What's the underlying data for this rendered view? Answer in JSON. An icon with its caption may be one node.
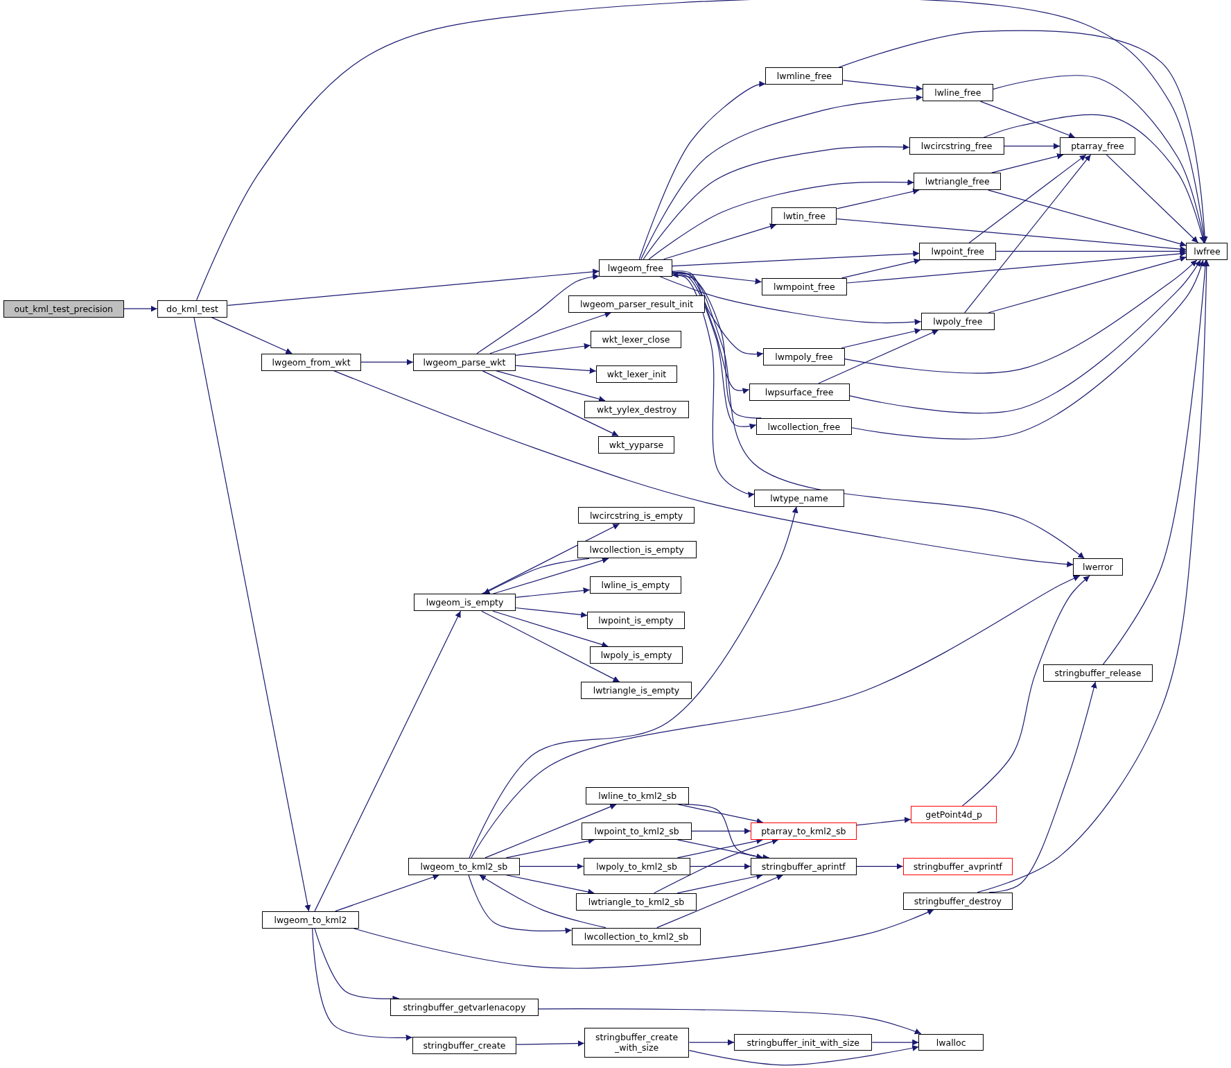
{
  "diagram": {
    "nodes": [
      {
        "text": [
          "out_kml_test_precision"
        ]
      },
      {
        "text": [
          "do_kml_test"
        ]
      },
      {
        "text": [
          "lwgeom_free"
        ]
      },
      {
        "text": [
          "lwgeom_from_wkt"
        ]
      },
      {
        "text": [
          "lwgeom_parse_wkt"
        ]
      },
      {
        "text": [
          "lwgeom_parser_result_init"
        ]
      },
      {
        "text": [
          "wkt_lexer_close"
        ]
      },
      {
        "text": [
          "wkt_lexer_init"
        ]
      },
      {
        "text": [
          "wkt_yylex_destroy"
        ]
      },
      {
        "text": [
          "wkt_yyparse"
        ]
      },
      {
        "text": [
          "lwmline_free"
        ]
      },
      {
        "text": [
          "lwline_free"
        ]
      },
      {
        "text": [
          "lwcircstring_free"
        ]
      },
      {
        "text": [
          "ptarray_free"
        ]
      },
      {
        "text": [
          "lwtriangle_free"
        ]
      },
      {
        "text": [
          "lwtin_free"
        ]
      },
      {
        "text": [
          "lwpoint_free"
        ]
      },
      {
        "text": [
          "lwmpoint_free"
        ]
      },
      {
        "text": [
          "lwfree"
        ]
      },
      {
        "text": [
          "lwpoly_free"
        ]
      },
      {
        "text": [
          "lwmpoly_free"
        ]
      },
      {
        "text": [
          "lwpsurface_free"
        ]
      },
      {
        "text": [
          "lwcollection_free"
        ]
      },
      {
        "text": [
          "lwtype_name"
        ]
      },
      {
        "text": [
          "lwerror"
        ]
      },
      {
        "text": [
          "lwcircstring_is_empty"
        ]
      },
      {
        "text": [
          "lwcollection_is_empty"
        ]
      },
      {
        "text": [
          "lwline_is_empty"
        ]
      },
      {
        "text": [
          "lwgeom_is_empty"
        ]
      },
      {
        "text": [
          "lwpoint_is_empty"
        ]
      },
      {
        "text": [
          "lwpoly_is_empty"
        ]
      },
      {
        "text": [
          "lwtriangle_is_empty"
        ]
      },
      {
        "text": [
          "stringbuffer_release"
        ]
      },
      {
        "text": [
          "lwline_to_kml2_sb"
        ]
      },
      {
        "text": [
          "getPoint4d_p"
        ]
      },
      {
        "text": [
          "lwpoint_to_kml2_sb"
        ]
      },
      {
        "text": [
          "ptarray_to_kml2_sb"
        ]
      },
      {
        "text": [
          "lwgeom_to_kml2_sb"
        ]
      },
      {
        "text": [
          "lwpoly_to_kml2_sb"
        ]
      },
      {
        "text": [
          "stringbuffer_aprintf"
        ]
      },
      {
        "text": [
          "stringbuffer_avprintf"
        ]
      },
      {
        "text": [
          "lwtriangle_to_kml2_sb"
        ]
      },
      {
        "text": [
          "stringbuffer_destroy"
        ]
      },
      {
        "text": [
          "lwcollection_to_kml2_sb"
        ]
      },
      {
        "text": [
          "lwgeom_to_kml2"
        ]
      },
      {
        "text": [
          "stringbuffer_getvarlenacopy"
        ]
      },
      {
        "text": [
          "lwalloc"
        ]
      },
      {
        "text": [
          "stringbuffer_create"
        ]
      },
      {
        "text": [
          "stringbuffer_create _with_size"
        ]
      },
      {
        "text": [
          "stringbuffer_init_with_size"
        ]
      }
    ],
    "edges": [
      {
        "from": 0,
        "to": 1,
        "arrow": "to"
      },
      {
        "from": 1,
        "to": 18,
        "arrow": "to"
      },
      {
        "from": 1,
        "to": 2,
        "arrow": "to"
      },
      {
        "from": 1,
        "to": 3,
        "arrow": "to"
      },
      {
        "from": 1,
        "to": 44,
        "arrow": "to"
      },
      {
        "from": 3,
        "to": 4,
        "arrow": "to"
      },
      {
        "from": 3,
        "to": 24,
        "arrow": "to"
      },
      {
        "from": 4,
        "to": 2,
        "arrow": "to"
      },
      {
        "from": 4,
        "to": 5,
        "arrow": "to"
      },
      {
        "from": 4,
        "to": 6,
        "arrow": "to"
      },
      {
        "from": 4,
        "to": 7,
        "arrow": "to"
      },
      {
        "from": 4,
        "to": 8,
        "arrow": "to"
      },
      {
        "from": 4,
        "to": 9,
        "arrow": "to"
      },
      {
        "from": 2,
        "to": 10,
        "arrow": "to"
      },
      {
        "from": 2,
        "to": 11,
        "arrow": "to"
      },
      {
        "from": 2,
        "to": 12,
        "arrow": "to"
      },
      {
        "from": 2,
        "to": 14,
        "arrow": "to"
      },
      {
        "from": 2,
        "to": 15,
        "arrow": "to"
      },
      {
        "from": 2,
        "to": 16,
        "arrow": "to"
      },
      {
        "from": 2,
        "to": 17,
        "arrow": "to"
      },
      {
        "from": 2,
        "to": 19,
        "arrow": "to"
      },
      {
        "from": 2,
        "to": 20,
        "arrow": "to"
      },
      {
        "from": 2,
        "to": 21,
        "arrow": "to"
      },
      {
        "from": 2,
        "to": 22,
        "arrow": "to"
      },
      {
        "from": 2,
        "to": 23,
        "arrow": "to"
      },
      {
        "from": 2,
        "to": 24,
        "arrow": "to"
      },
      {
        "from": 10,
        "to": 18,
        "arrow": "to"
      },
      {
        "from": 10,
        "to": 11,
        "arrow": "to"
      },
      {
        "from": 11,
        "to": 18,
        "arrow": "to"
      },
      {
        "from": 11,
        "to": 13,
        "arrow": "to"
      },
      {
        "from": 12,
        "to": 13,
        "arrow": "to"
      },
      {
        "from": 12,
        "to": 18,
        "arrow": "to"
      },
      {
        "from": 14,
        "to": 13,
        "arrow": "to"
      },
      {
        "from": 14,
        "to": 18,
        "arrow": "to"
      },
      {
        "from": 15,
        "to": 14,
        "arrow": "to"
      },
      {
        "from": 15,
        "to": 18,
        "arrow": "to"
      },
      {
        "from": 16,
        "to": 13,
        "arrow": "to"
      },
      {
        "from": 16,
        "to": 18,
        "arrow": "to"
      },
      {
        "from": 17,
        "to": 16,
        "arrow": "to"
      },
      {
        "from": 17,
        "to": 18,
        "arrow": "to"
      },
      {
        "from": 19,
        "to": 13,
        "arrow": "to"
      },
      {
        "from": 19,
        "to": 18,
        "arrow": "to"
      },
      {
        "from": 20,
        "to": 19,
        "arrow": "to"
      },
      {
        "from": 20,
        "to": 18,
        "arrow": "to"
      },
      {
        "from": 21,
        "to": 19,
        "arrow": "to"
      },
      {
        "from": 21,
        "to": 18,
        "arrow": "to"
      },
      {
        "from": 22,
        "to": 18,
        "arrow": "to"
      },
      {
        "from": 22,
        "to": 2,
        "arrow": "to"
      },
      {
        "from": 13,
        "to": 18,
        "arrow": "to"
      },
      {
        "from": 28,
        "to": 25,
        "arrow": "to"
      },
      {
        "from": 28,
        "to": 26,
        "arrow": "to"
      },
      {
        "from": 28,
        "to": 27,
        "arrow": "to"
      },
      {
        "from": 28,
        "to": 29,
        "arrow": "to"
      },
      {
        "from": 28,
        "to": 30,
        "arrow": "to"
      },
      {
        "from": 28,
        "to": 31,
        "arrow": "to"
      },
      {
        "from": 26,
        "to": 28,
        "arrow": "to"
      },
      {
        "from": 44,
        "to": 28,
        "arrow": "to"
      },
      {
        "from": 44,
        "to": 37,
        "arrow": "to"
      },
      {
        "from": 44,
        "to": 42,
        "arrow": "to"
      },
      {
        "from": 44,
        "to": 45,
        "arrow": "to"
      },
      {
        "from": 44,
        "to": 47,
        "arrow": "to"
      },
      {
        "from": 37,
        "to": 23,
        "arrow": "to"
      },
      {
        "from": 37,
        "to": 24,
        "arrow": "to"
      },
      {
        "from": 37,
        "to": 33,
        "arrow": "to"
      },
      {
        "from": 37,
        "to": 35,
        "arrow": "to"
      },
      {
        "from": 37,
        "to": 38,
        "arrow": "to"
      },
      {
        "from": 37,
        "to": 41,
        "arrow": "to"
      },
      {
        "from": 37,
        "to": 43,
        "arrow": "to"
      },
      {
        "from": 43,
        "to": 37,
        "arrow": "to"
      },
      {
        "from": 33,
        "to": 36,
        "arrow": "to"
      },
      {
        "from": 33,
        "to": 39,
        "arrow": "to"
      },
      {
        "from": 35,
        "to": 36,
        "arrow": "to"
      },
      {
        "from": 35,
        "to": 39,
        "arrow": "to"
      },
      {
        "from": 38,
        "to": 36,
        "arrow": "to"
      },
      {
        "from": 38,
        "to": 39,
        "arrow": "to"
      },
      {
        "from": 41,
        "to": 36,
        "arrow": "to"
      },
      {
        "from": 41,
        "to": 39,
        "arrow": "to"
      },
      {
        "from": 43,
        "to": 39,
        "arrow": "to"
      },
      {
        "from": 36,
        "to": 34,
        "arrow": "to"
      },
      {
        "from": 34,
        "to": 24,
        "arrow": "to"
      },
      {
        "from": 39,
        "to": 40,
        "arrow": "to"
      },
      {
        "from": 42,
        "to": 32,
        "arrow": "to"
      },
      {
        "from": 42,
        "to": 18,
        "arrow": "to"
      },
      {
        "from": 32,
        "to": 18,
        "arrow": "to"
      },
      {
        "from": 45,
        "to": 46,
        "arrow": "to"
      },
      {
        "from": 47,
        "to": 48,
        "arrow": "to"
      },
      {
        "from": 48,
        "to": 49,
        "arrow": "to"
      },
      {
        "from": 48,
        "to": 46,
        "arrow": "to"
      },
      {
        "from": 49,
        "to": 46,
        "arrow": "to"
      }
    ]
  }
}
